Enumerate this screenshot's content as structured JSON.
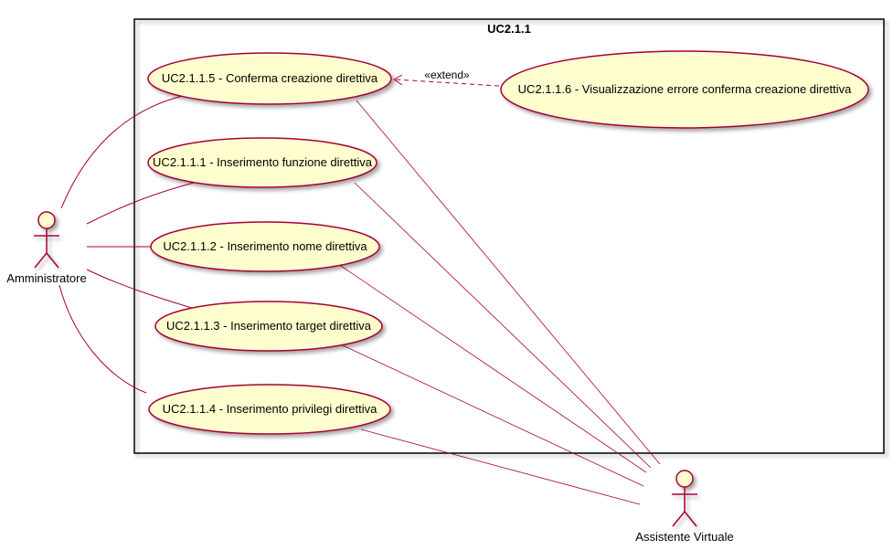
{
  "system": {
    "title": "UC2.1.1"
  },
  "actors": {
    "admin": {
      "label": "Amministratore"
    },
    "assistant": {
      "label": "Assistente Virtuale"
    }
  },
  "use_cases": {
    "uc5": {
      "label": "UC2.1.1.5 - Conferma creazione direttiva"
    },
    "uc1": {
      "label": "UC2.1.1.1 - Inserimento funzione direttiva"
    },
    "uc2": {
      "label": "UC2.1.1.2 - Inserimento nome direttiva"
    },
    "uc3": {
      "label": "UC2.1.1.3 - Inserimento target direttiva"
    },
    "uc4": {
      "label": "UC2.1.1.4 - Inserimento privilegi direttiva"
    },
    "uc6": {
      "label": "UC2.1.1.6 - Visualizzazione errore conferma creazione direttiva"
    }
  },
  "relations": {
    "extend_label": "«extend»"
  },
  "colors": {
    "usecase_fill": "#FEFECE",
    "line": "#A80036",
    "boundary": "#000000"
  }
}
